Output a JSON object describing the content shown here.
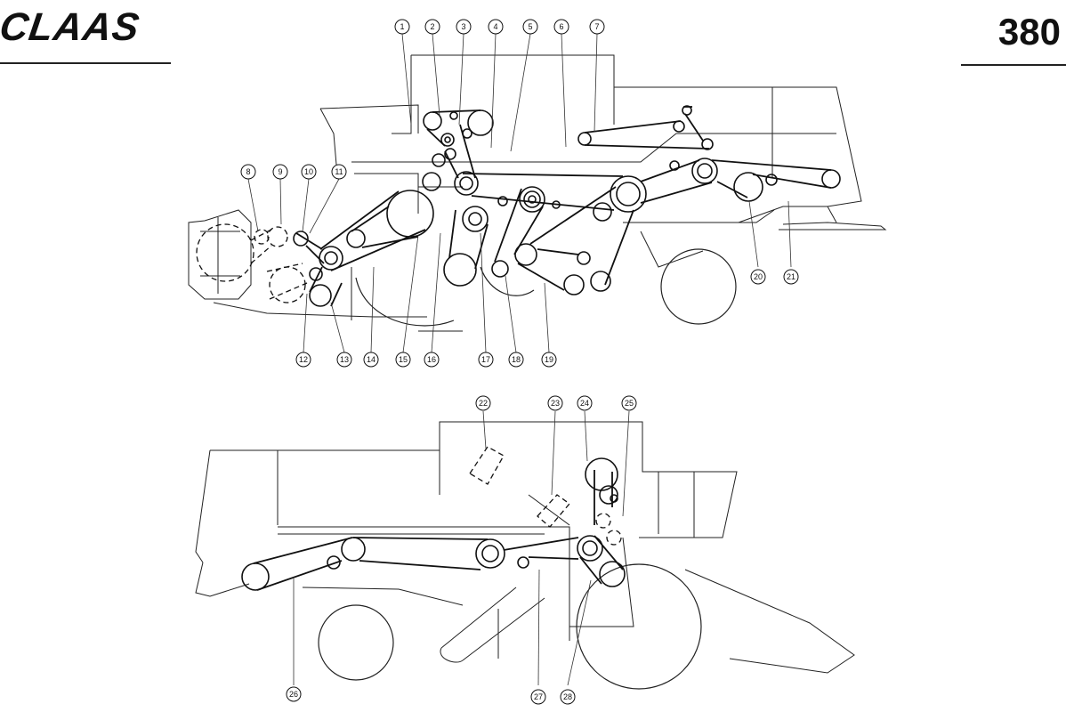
{
  "header": {
    "brand": "CLAAS",
    "page_number": "380"
  },
  "diagram": {
    "top_callouts": [
      "1",
      "2",
      "3",
      "4",
      "5",
      "6",
      "7",
      "8",
      "9",
      "10",
      "11",
      "12",
      "13",
      "14",
      "15",
      "16",
      "17",
      "18",
      "19",
      "20",
      "21"
    ],
    "bottom_callouts": [
      "22",
      "23",
      "24",
      "25",
      "26",
      "27",
      "28"
    ]
  }
}
